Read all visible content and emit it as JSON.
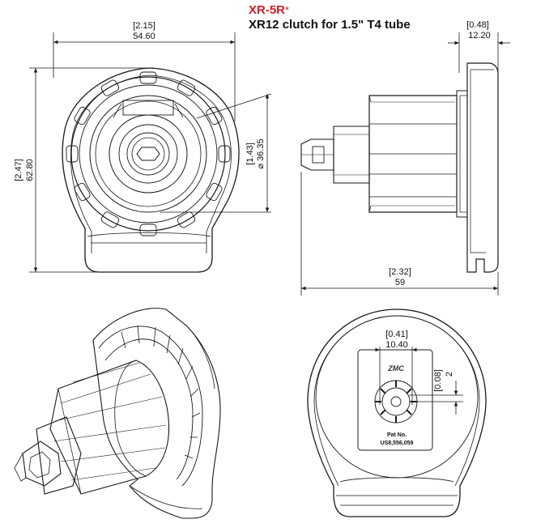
{
  "title": {
    "model": "XR-5R",
    "model_suffix": "*",
    "description": "XR12 clutch for 1.5\" T4 tube"
  },
  "front_view": {
    "width_in": "[2.15]",
    "width_mm": "54.60",
    "height_in": "[2.47]",
    "height_mm": "62.80",
    "diameter_in": "[1.43]",
    "diameter_mm": "⌀ 36.35"
  },
  "side_view": {
    "depth_in": "[0.48]",
    "depth_mm": "12.20",
    "length_in": "[2.32]",
    "length_mm": "59"
  },
  "back_view": {
    "hole_in": "[0.41]",
    "hole_mm": "10.40",
    "offset_in": "[0.08]",
    "offset_mm": "2",
    "logo": "ZMC",
    "pat_label": "Pat No.",
    "pat_number": "US8,556,059"
  },
  "colors": {
    "line": "#1a1a1a",
    "title_accent": "#d01f2a"
  }
}
